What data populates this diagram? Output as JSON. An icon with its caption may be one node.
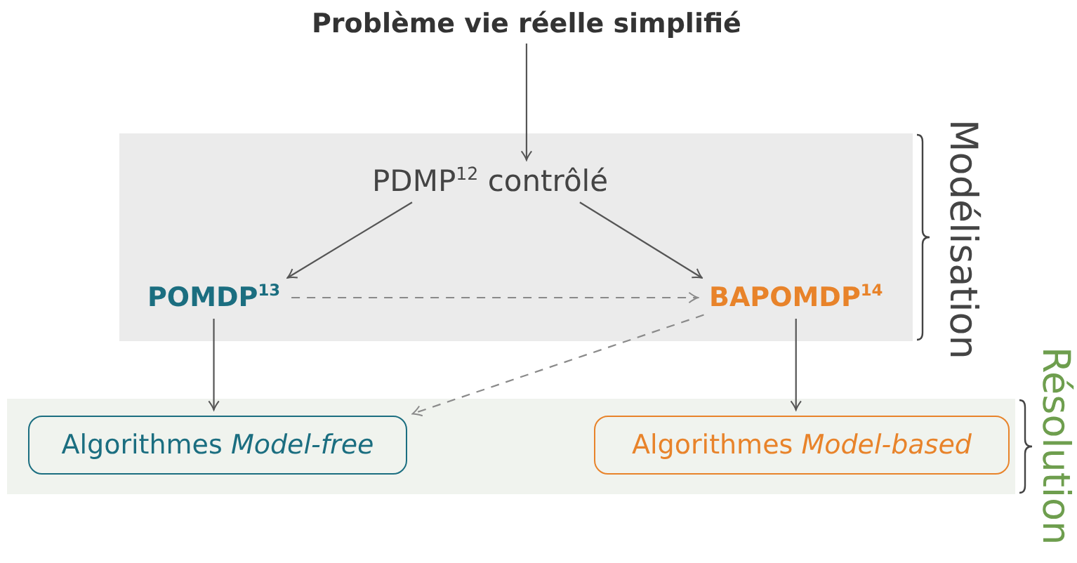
{
  "diagram": {
    "nodes": [
      {
        "text": [
          "Problème vie réelle simplifié"
        ]
      },
      {
        "text": [
          "Modélisation"
        ]
      },
      {
        "text": [
          "PDMP$^{12}$ contrôlé"
        ],
        "in": 1
      },
      {
        "text": [
          "POMDP$^{13}$"
        ],
        "in": 1
      },
      {
        "text": [
          "BAPOMDP$^{14}$"
        ],
        "in": 1
      },
      {
        "text": [
          "Résolution"
        ]
      },
      {
        "text": [
          "Algorithmes *Model-free*"
        ],
        "in": 5
      },
      {
        "text": [
          "Algorithmes *Model-based*"
        ],
        "in": 5
      }
    ],
    "edges": [
      {
        "from": 0,
        "to": 2,
        "arrow": "to"
      },
      {
        "from": 2,
        "to": 3,
        "arrow": "to"
      },
      {
        "from": 2,
        "to": 4,
        "arrow": "to"
      },
      {
        "from": 3,
        "to": 4,
        "arrow": "to",
        "style": "dashed",
        "color": "#8a8a8a"
      },
      {
        "from": 4,
        "to": 6,
        "arrow": "to",
        "style": "dashed",
        "color": "#8a8a8a"
      },
      {
        "from": 3,
        "to": 6,
        "arrow": "to"
      },
      {
        "from": 4,
        "to": 7,
        "arrow": "to"
      }
    ]
  }
}
